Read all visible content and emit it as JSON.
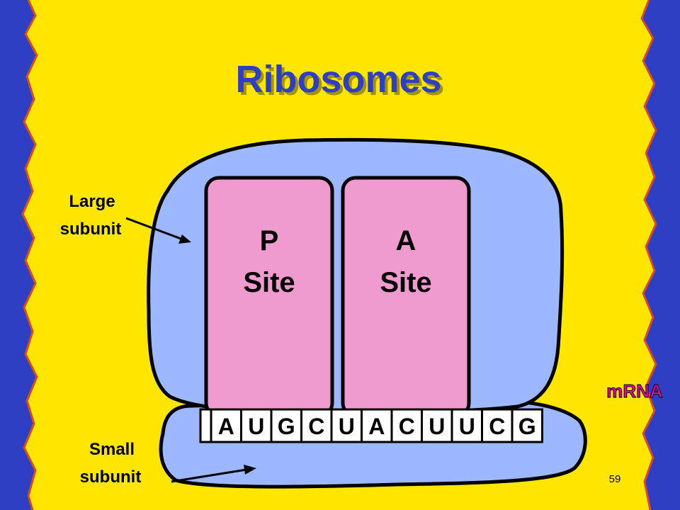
{
  "slide": {
    "title": "Ribosomes",
    "page_number": "59"
  },
  "labels": {
    "large_subunit_line1": "Large",
    "large_subunit_line2": "subunit",
    "small_subunit_line1": "Small",
    "small_subunit_line2": "subunit",
    "mrna": "mRNA"
  },
  "sites": {
    "p_letter": "P",
    "p_word": "Site",
    "a_letter": "A",
    "a_word": "Site"
  },
  "mrna_bases": [
    "A",
    "U",
    "G",
    "C",
    "U",
    "A",
    "C",
    "U",
    "U",
    "C",
    "G"
  ],
  "colors": {
    "background": "#FFE600",
    "border": "#2E3FC4",
    "subunit": "#9DB8FF",
    "site": "#F09BD0",
    "title": "#2E3FC4",
    "mrna_label": "#E600A8",
    "outline": "#000000"
  }
}
